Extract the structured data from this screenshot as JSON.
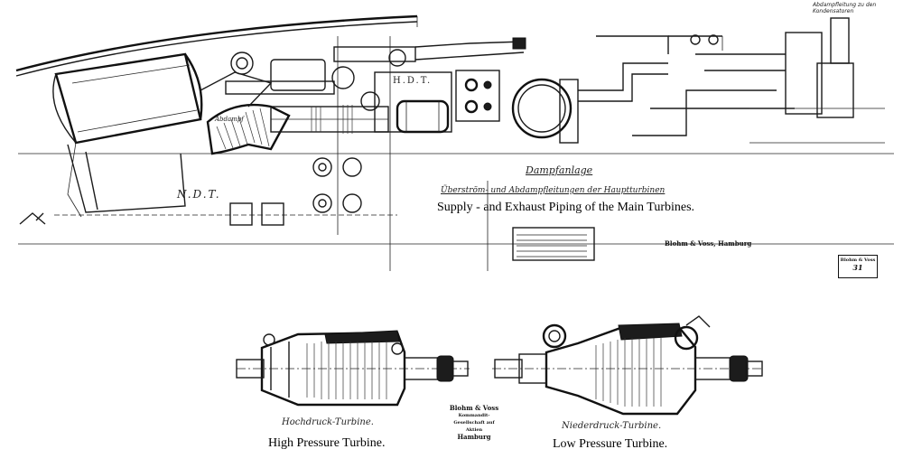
{
  "top_drawing": {
    "label_german_title": "Dampfanlage",
    "label_german_subtitle": "Überström- und Abdampfleitungen der Hauptturbinen",
    "caption_english": "Supply - and Exhaust Piping of the Main Turbines.",
    "label_hdt": "H.D.T.",
    "label_ndt": "N.D.T.",
    "maker_stamp": "Blohm & Voss, Hamburg",
    "sheet_box_title": "Blohm & Voss",
    "sheet_number": "31",
    "corner_note": "Abdampfleitung zu den Kondensatoren"
  },
  "hp_turbine": {
    "label_german": "Hochdruck-Turbine.",
    "caption_english": "High Pressure Turbine."
  },
  "lp_turbine": {
    "label_german": "Niederdruck-Turbine.",
    "caption_english": "Low Pressure Turbine."
  },
  "center_stamp": {
    "line1": "Blohm & Voss",
    "line2": "Kommandit-Gesellschaft auf Aktien",
    "line3": "Hamburg"
  }
}
